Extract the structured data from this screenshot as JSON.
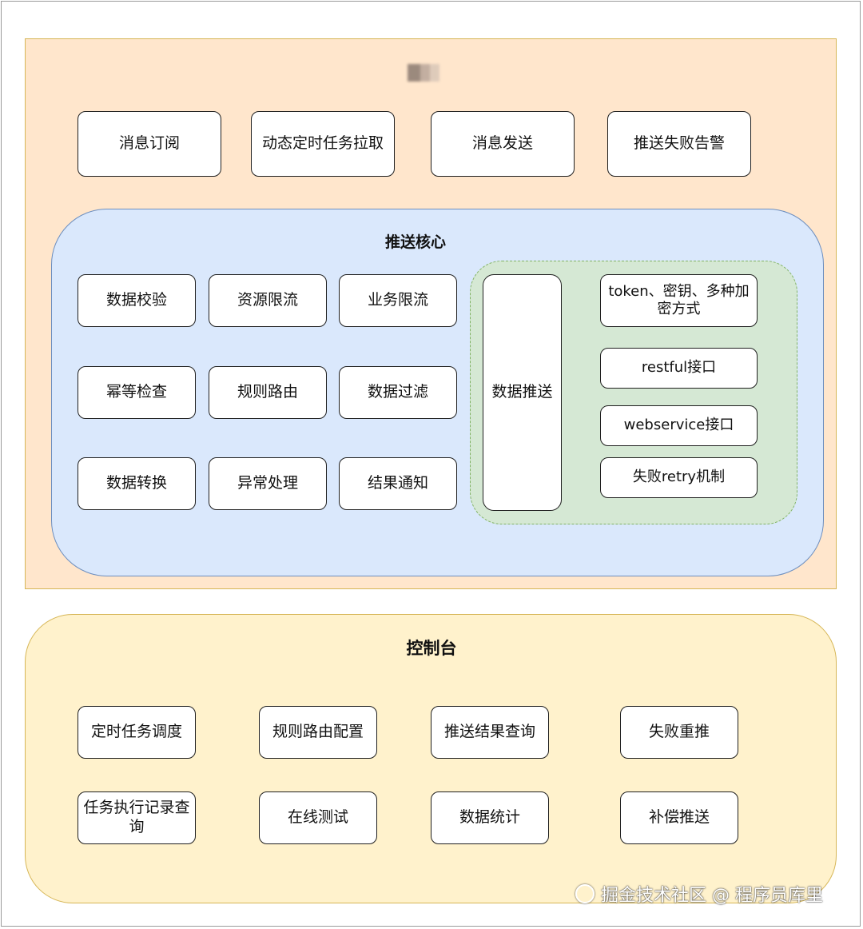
{
  "top_row": [
    "消息订阅",
    "动态定时任务拉取",
    "消息发送",
    "推送失败告警"
  ],
  "core": {
    "title": "推送核心",
    "grid": [
      [
        "数据校验",
        "资源限流",
        "业务限流"
      ],
      [
        "幂等检查",
        "规则路由",
        "数据过滤"
      ],
      [
        "数据转换",
        "异常处理",
        "结果通知"
      ]
    ],
    "push": {
      "label": "数据推送",
      "features": [
        "token、密钥、多种加密方式",
        "restful接口",
        "webservice接口",
        "失败retry机制"
      ]
    }
  },
  "console": {
    "title": "控制台",
    "row1": [
      "定时任务调度",
      "规则路由配置",
      "推送结果查询",
      "失败重推"
    ],
    "row2": [
      "任务执行记录查询",
      "在线测试",
      "数据统计",
      "补偿推送"
    ]
  },
  "watermark": "掘金技术社区 @ 程序员库里",
  "colors": {
    "upper_fill": "#ffe6cc",
    "core_fill": "#dae8fc",
    "push_group_fill": "#d5e8d4",
    "console_fill": "#fff2cc"
  }
}
